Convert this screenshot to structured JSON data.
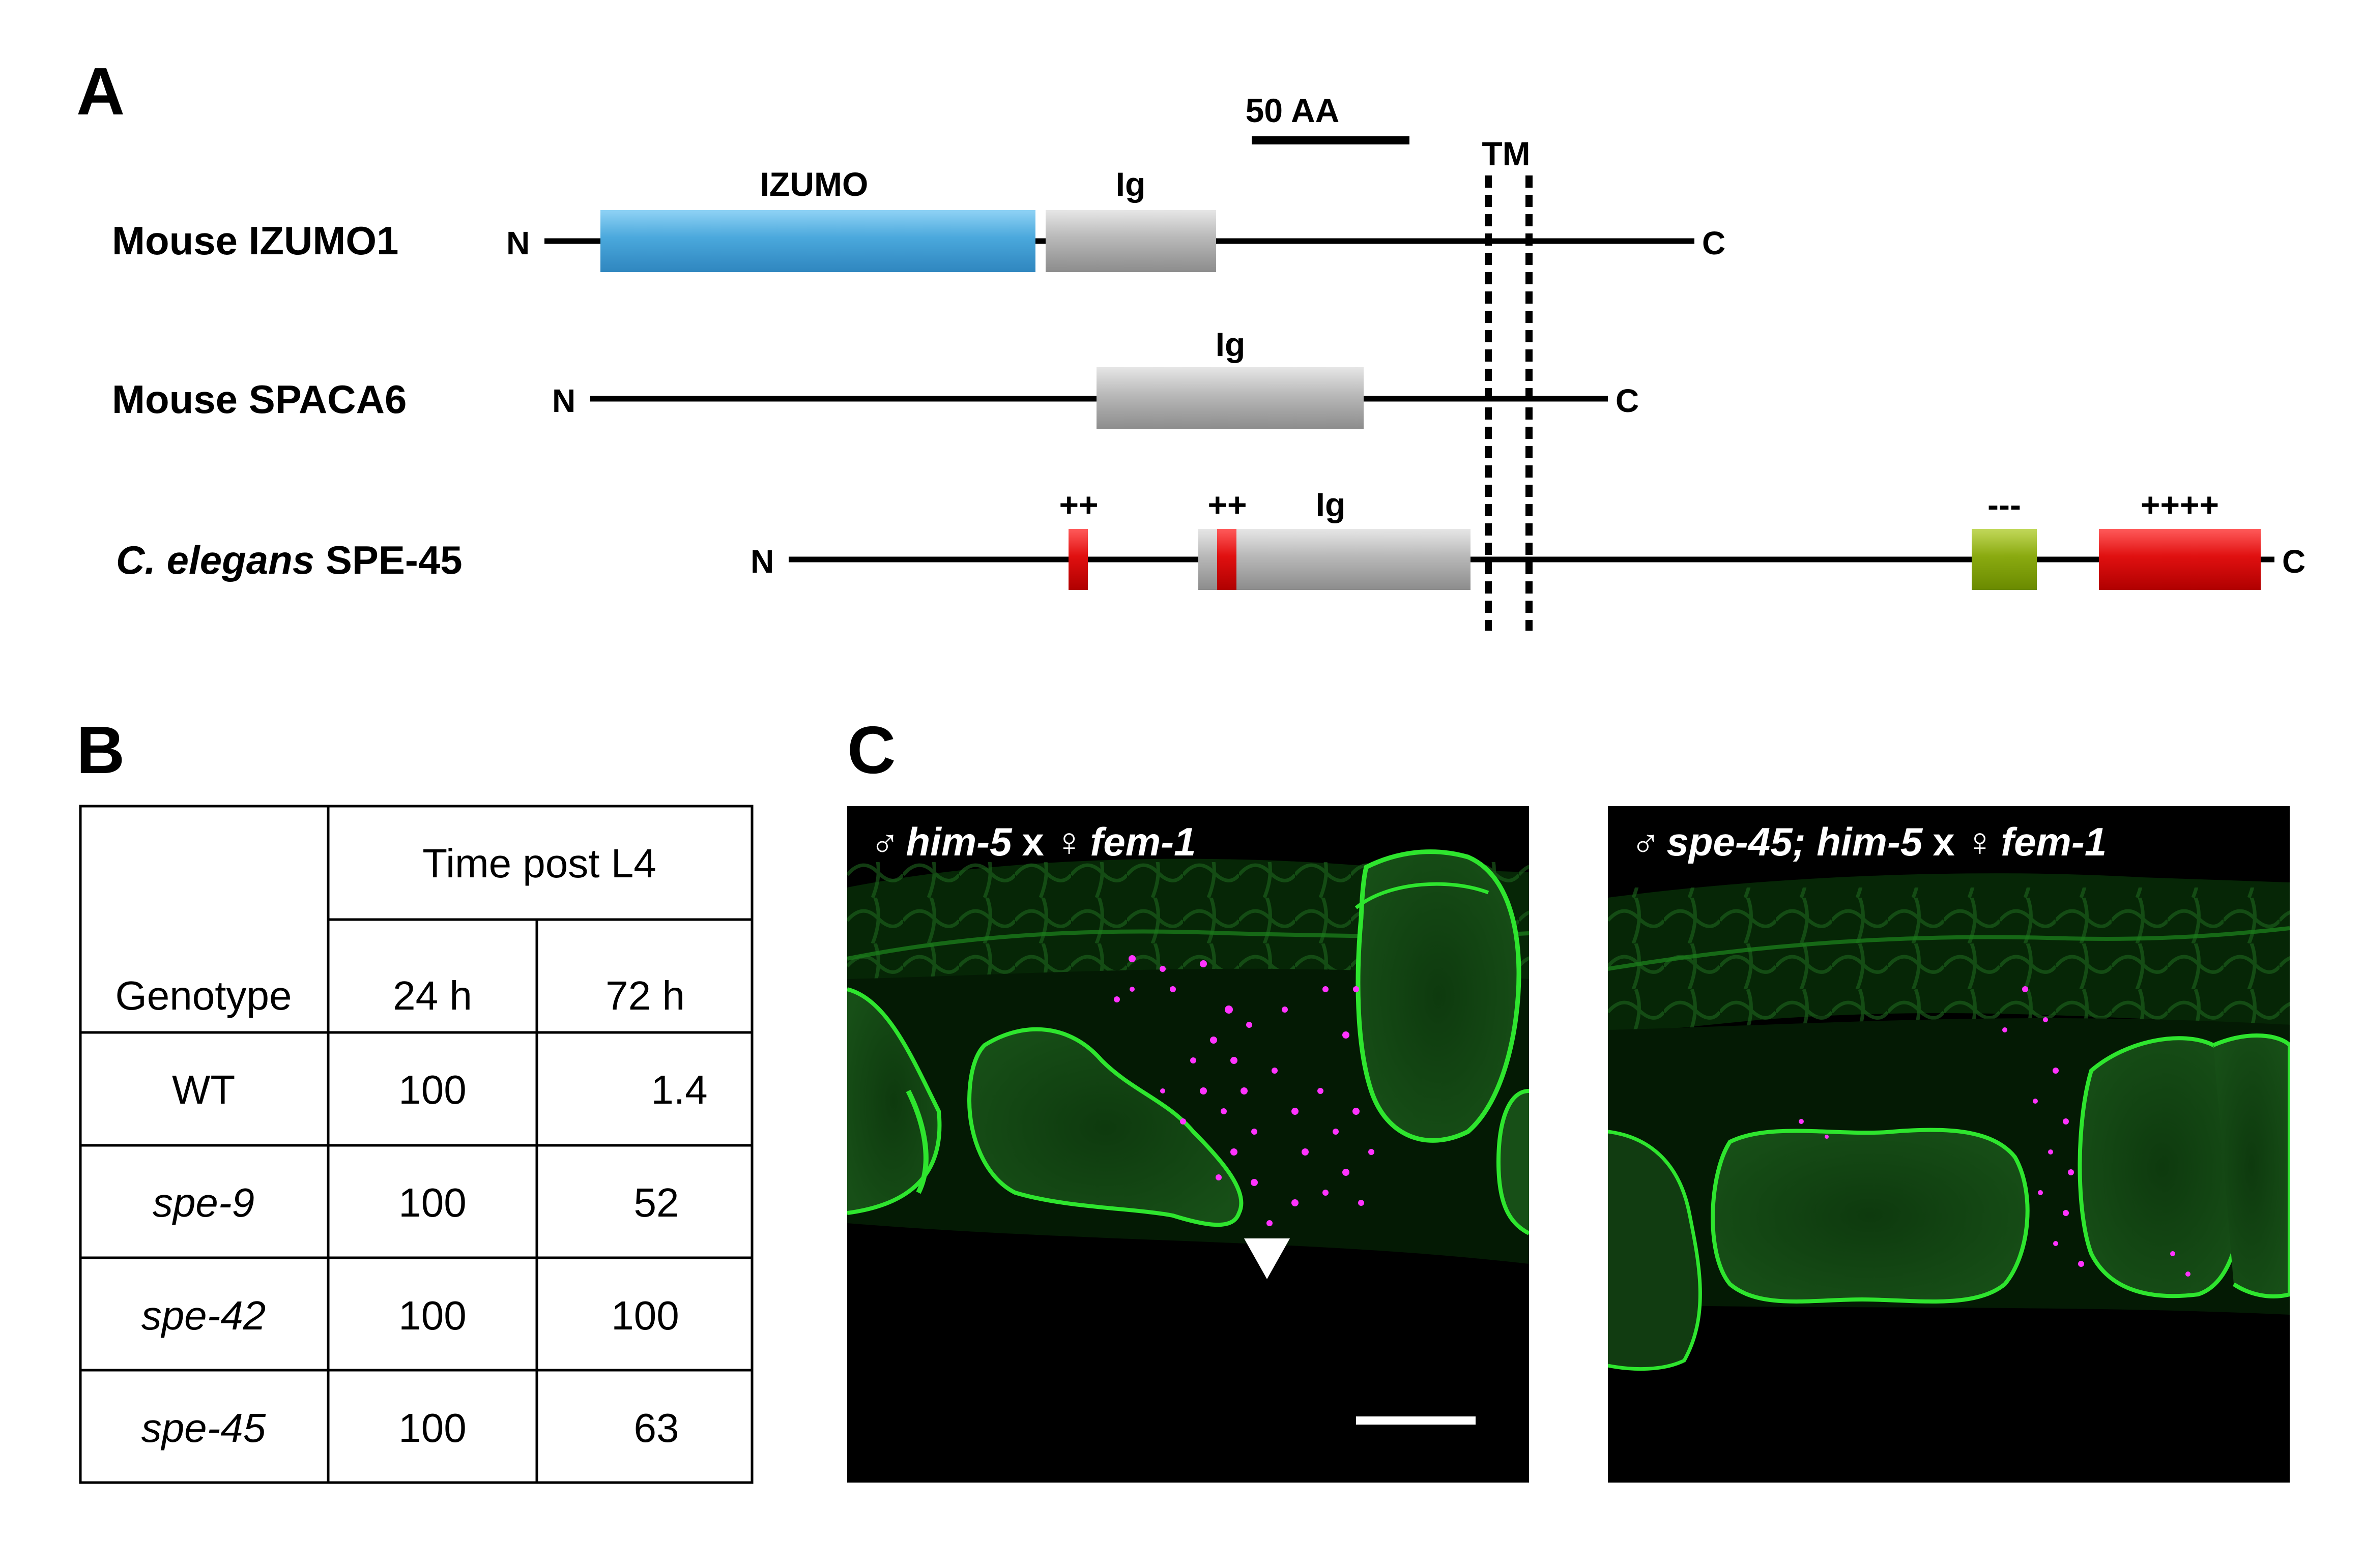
{
  "panels": {
    "a": "A",
    "b": "B",
    "c": "C"
  },
  "panel_a": {
    "scale_bar_label": "50 AA",
    "tm_label": "TM",
    "proteins": [
      {
        "name": "Mouse IZUMO1",
        "n_label": "N",
        "c_label": "C",
        "domains": [
          "IZUMO",
          "Ig"
        ]
      },
      {
        "name": "Mouse SPACA6",
        "n_label": "N",
        "c_label": "C",
        "domains": [
          "Ig"
        ]
      },
      {
        "name_italic": "C. elegans",
        "name_rest": " SPE-45",
        "n_label": "N",
        "c_label": "C",
        "domains": [
          "Ig"
        ],
        "charge_labels": [
          "++",
          "++",
          "---",
          "++++"
        ]
      }
    ],
    "colors": {
      "izumo_domain": "#4aa8dc",
      "ig_domain": "#b8b8b8",
      "positive_charge": "#e01010",
      "negative_charge": "#8aaa10"
    }
  },
  "panel_b": {
    "header_group": "Time post L4",
    "header_genotype": "Genotype",
    "header_cols": [
      "24 h",
      "72 h"
    ],
    "rows": [
      {
        "genotype": "WT",
        "italic": false,
        "h24": "100",
        "h72": "1.4"
      },
      {
        "genotype": "spe-9",
        "italic": true,
        "h24": "100",
        "h72": "52"
      },
      {
        "genotype": "spe-42",
        "italic": true,
        "h24": "100",
        "h72": "100"
      },
      {
        "genotype": "spe-45",
        "italic": true,
        "h24": "100",
        "h72": "63"
      }
    ]
  },
  "panel_c": {
    "left_label": {
      "male_symbol": "♂",
      "male_genotype": "him-5",
      "cross": "x",
      "female_symbol": "♀",
      "female_genotype": "fem-1"
    },
    "right_label": {
      "male_symbol": "♂",
      "male_genotype": "spe-45; him-5",
      "cross": "x",
      "female_symbol": "♀",
      "female_genotype": "fem-1"
    },
    "colors": {
      "membrane": "#22dd22",
      "sperm": "#ff33ff",
      "background": "#000000"
    }
  }
}
